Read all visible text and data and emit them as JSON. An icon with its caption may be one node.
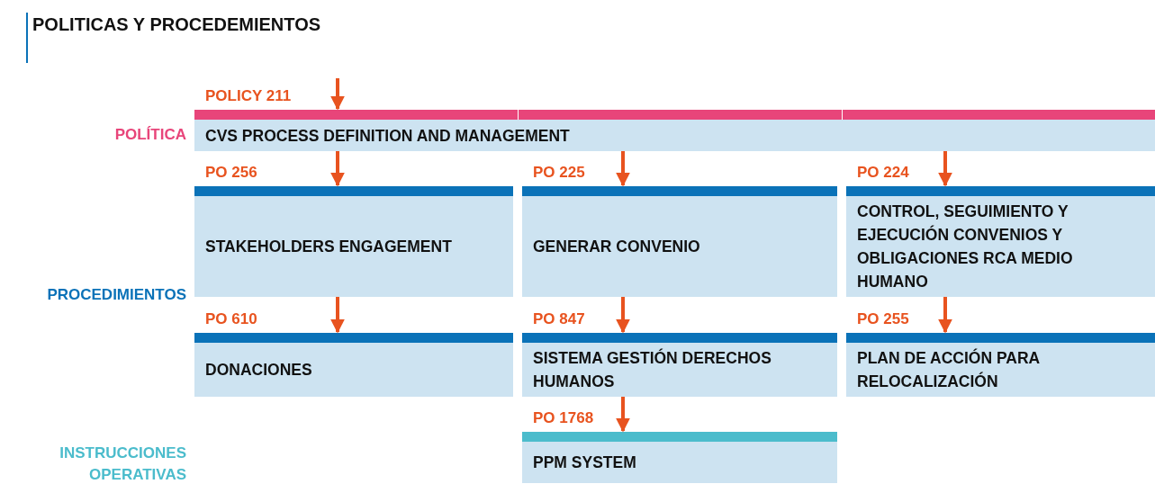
{
  "diagram": {
    "title": "POLITICAS Y PROCEDEMIENTOS",
    "nodes": [
      {
        "text": [
          "CVS PROCESS DEFINITION AND MANAGEMENT"
        ],
        "beside": [
          "POLICY 211"
        ]
      },
      {
        "text": [
          "STAKEHOLDERS ENGAGEMENT"
        ],
        "beside": [
          "PO 256"
        ]
      },
      {
        "text": [
          "GENERAR CONVENIO"
        ],
        "beside": [
          "PO 225"
        ]
      },
      {
        "text": [
          "CONTROL, SEGUIMIENTO Y EJECUCIÓN CONVENIOS Y OBLIGACIONES RCA MEDIO HUMANO"
        ],
        "beside": [
          "PO 224"
        ]
      },
      {
        "text": [
          "DONACIONES"
        ],
        "beside": [
          "PO 610"
        ]
      },
      {
        "text": [
          "SISTEMA GESTIÓN DERECHOS HUMANOS"
        ],
        "beside": [
          "PO 847"
        ]
      },
      {
        "text": [
          "PLAN DE ACCIÓN PARA RELOCALIZACIÓN"
        ],
        "beside": [
          "PO 255"
        ]
      },
      {
        "text": [
          "PPM SYSTEM"
        ],
        "beside": [
          "PO 1768"
        ]
      }
    ],
    "edges": [
      {
        "from": null,
        "to": 0,
        "arrow": "to"
      },
      {
        "from": 0,
        "to": 1,
        "arrow": "to"
      },
      {
        "from": 0,
        "to": 2,
        "arrow": "to"
      },
      {
        "from": 0,
        "to": 3,
        "arrow": "to"
      },
      {
        "from": 1,
        "to": 4,
        "arrow": "to"
      },
      {
        "from": 2,
        "to": 5,
        "arrow": "to"
      },
      {
        "from": 3,
        "to": 6,
        "arrow": "to"
      },
      {
        "from": 5,
        "to": 7,
        "arrow": "to"
      }
    ],
    "labels": [
      "POLÍTICA",
      "PROCEDIMIENTOS",
      "INSTRUCCIONES OPERATIVAS"
    ]
  }
}
